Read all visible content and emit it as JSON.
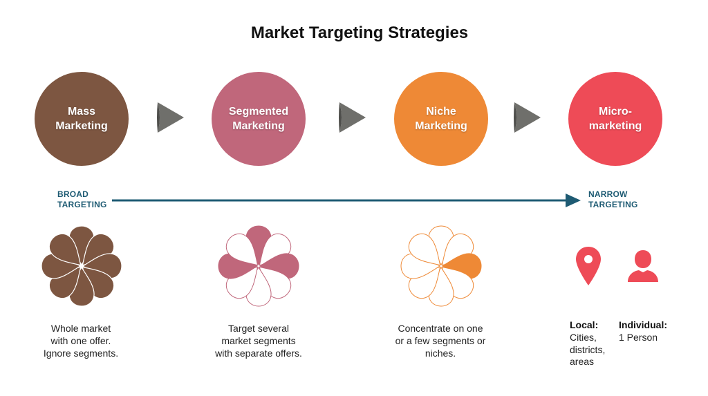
{
  "title": "Market Targeting Strategies",
  "strategies": [
    {
      "label": "Mass\nMarketing",
      "color": "#7d5641",
      "description": "Whole market\nwith one offer.\nIgnore segments."
    },
    {
      "label": "Segmented\nMarketing",
      "color": "#c0677b",
      "description": "Target several\nmarket segments\nwith separate offers."
    },
    {
      "label": "Niche\nMarketing",
      "color": "#ee8936",
      "description": "Concentrate on one\nor a few segments or\nniches."
    },
    {
      "label": "Micro-\nmarketing",
      "color": "#ee4b57"
    }
  ],
  "scale": {
    "left_label": "BROAD\nTARGETING",
    "right_label": "NARROW\nTARGETING",
    "color": "#1e5b73"
  },
  "chevron_color": "#6f6f6b",
  "flowers": [
    {
      "filled_petals": 8,
      "color": "#7d5641"
    },
    {
      "filled_petals": 3,
      "color": "#c0677b"
    },
    {
      "filled_petals": 1,
      "color": "#ee8936"
    }
  ],
  "micro": {
    "local_heading": "Local:",
    "local_text": "Cities,\ndistricts,\nareas",
    "individual_heading": "Individual:",
    "individual_text": "1 Person",
    "icons": [
      "map-pin-icon",
      "person-icon"
    ]
  }
}
